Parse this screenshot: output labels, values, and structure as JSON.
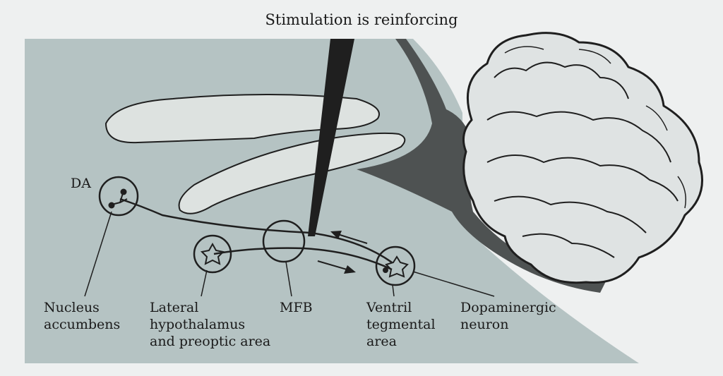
{
  "title": "Stimulation is reinforcing",
  "labels": {
    "da": "DA",
    "nucleus_accumbens": [
      "Nucleus",
      "accumbens"
    ],
    "lateral_hypothalamus": [
      "Lateral",
      "hypothalamus",
      "and preoptic area"
    ],
    "mfb": "MFB",
    "ventral_tegmental": [
      "Ventril",
      "tegmental",
      "area"
    ],
    "dopaminergic_neuron": [
      "Dopaminergic",
      "neuron"
    ]
  },
  "colors": {
    "background": "#eef0f0",
    "brain_fill": "#b5c3c3",
    "dark_tissue": "#4e5252",
    "ventricle_fill": "#dde2e0",
    "cerebellum_fill": "#dfe3e3",
    "line": "#1f1f1f"
  }
}
